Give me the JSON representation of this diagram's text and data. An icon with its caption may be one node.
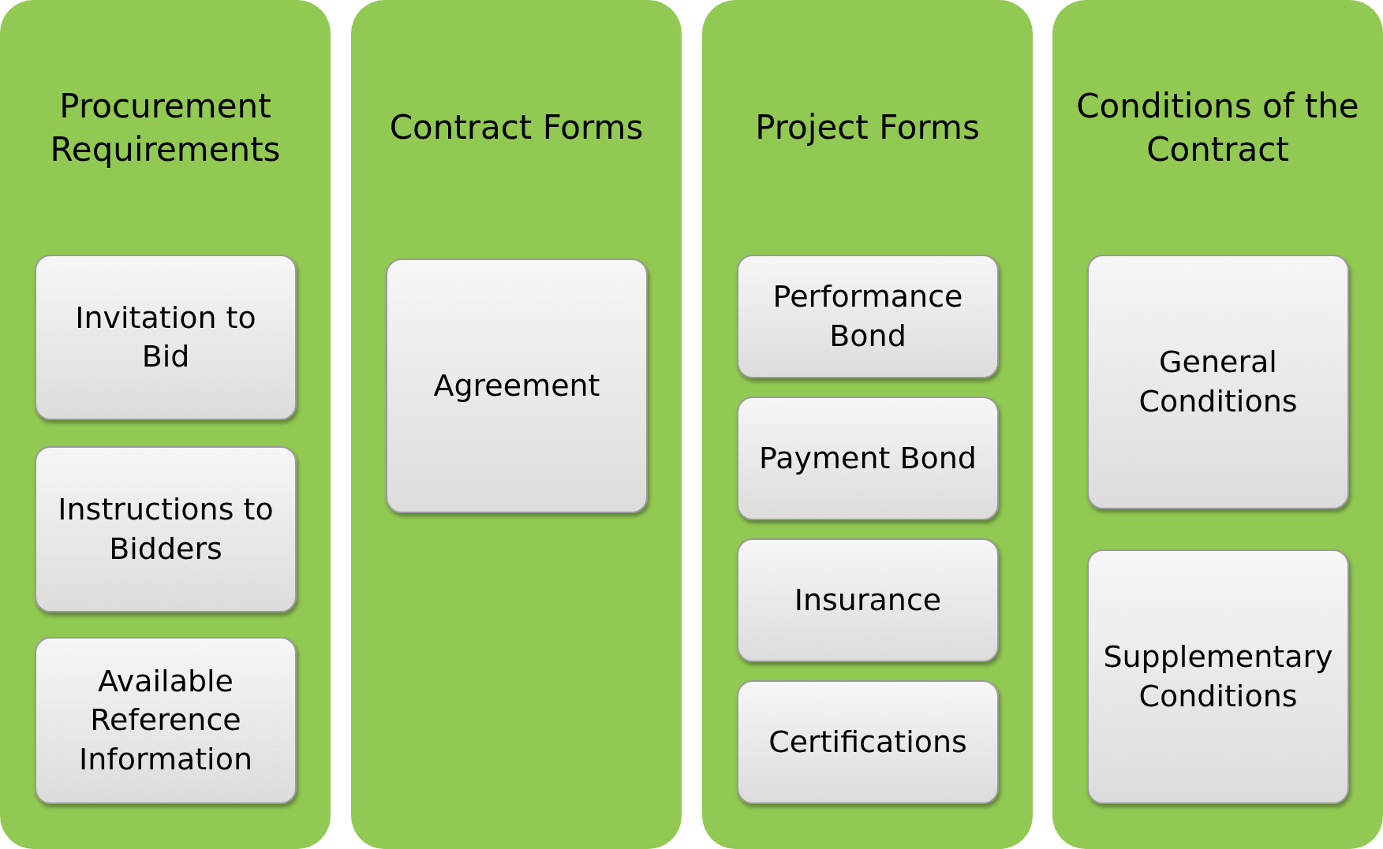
{
  "diagram": {
    "nodes": [
      {
        "text": [
          "Procurement Requirements"
        ]
      },
      {
        "text": [
          "Invitation to Bid"
        ],
        "in": 0
      },
      {
        "text": [
          "Instructions to Bidders"
        ],
        "in": 0
      },
      {
        "text": [
          "Available Reference Information"
        ],
        "in": 0
      },
      {
        "text": [
          "Contract Forms"
        ]
      },
      {
        "text": [
          "Agreement"
        ],
        "in": 4
      },
      {
        "text": [
          "Project Forms"
        ]
      },
      {
        "text": [
          "Performance Bond"
        ],
        "in": 6
      },
      {
        "text": [
          "Payment Bond"
        ],
        "in": 6
      },
      {
        "text": [
          "Insurance"
        ],
        "in": 6
      },
      {
        "text": [
          "Certifications"
        ],
        "in": 6
      },
      {
        "text": [
          "Conditions of the Contract"
        ]
      },
      {
        "text": [
          "General Conditions"
        ],
        "in": 11
      },
      {
        "text": [
          "Supplementary Conditions"
        ],
        "in": 11
      }
    ]
  }
}
